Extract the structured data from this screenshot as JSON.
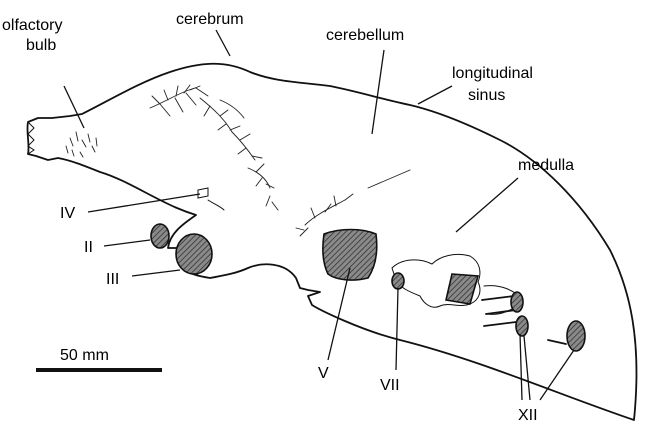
{
  "labels": {
    "olfactory_bulb_line1": "olfactory",
    "olfactory_bulb_line2": "bulb",
    "cerebrum": "cerebrum",
    "cerebellum": "cerebellum",
    "longitudinal_sinus_line1": "longitudinal",
    "longitudinal_sinus_line2": "sinus",
    "medulla": "medulla",
    "nerve_IV": "IV",
    "nerve_II": "II",
    "nerve_III": "III",
    "nerve_V": "V",
    "nerve_VII": "VII",
    "nerve_XII": "XII"
  },
  "scale_bar": {
    "label": "50 mm"
  },
  "colors": {
    "ink": "#111111",
    "nerve_fill": "#6e6e6e",
    "background": "#ffffff"
  }
}
